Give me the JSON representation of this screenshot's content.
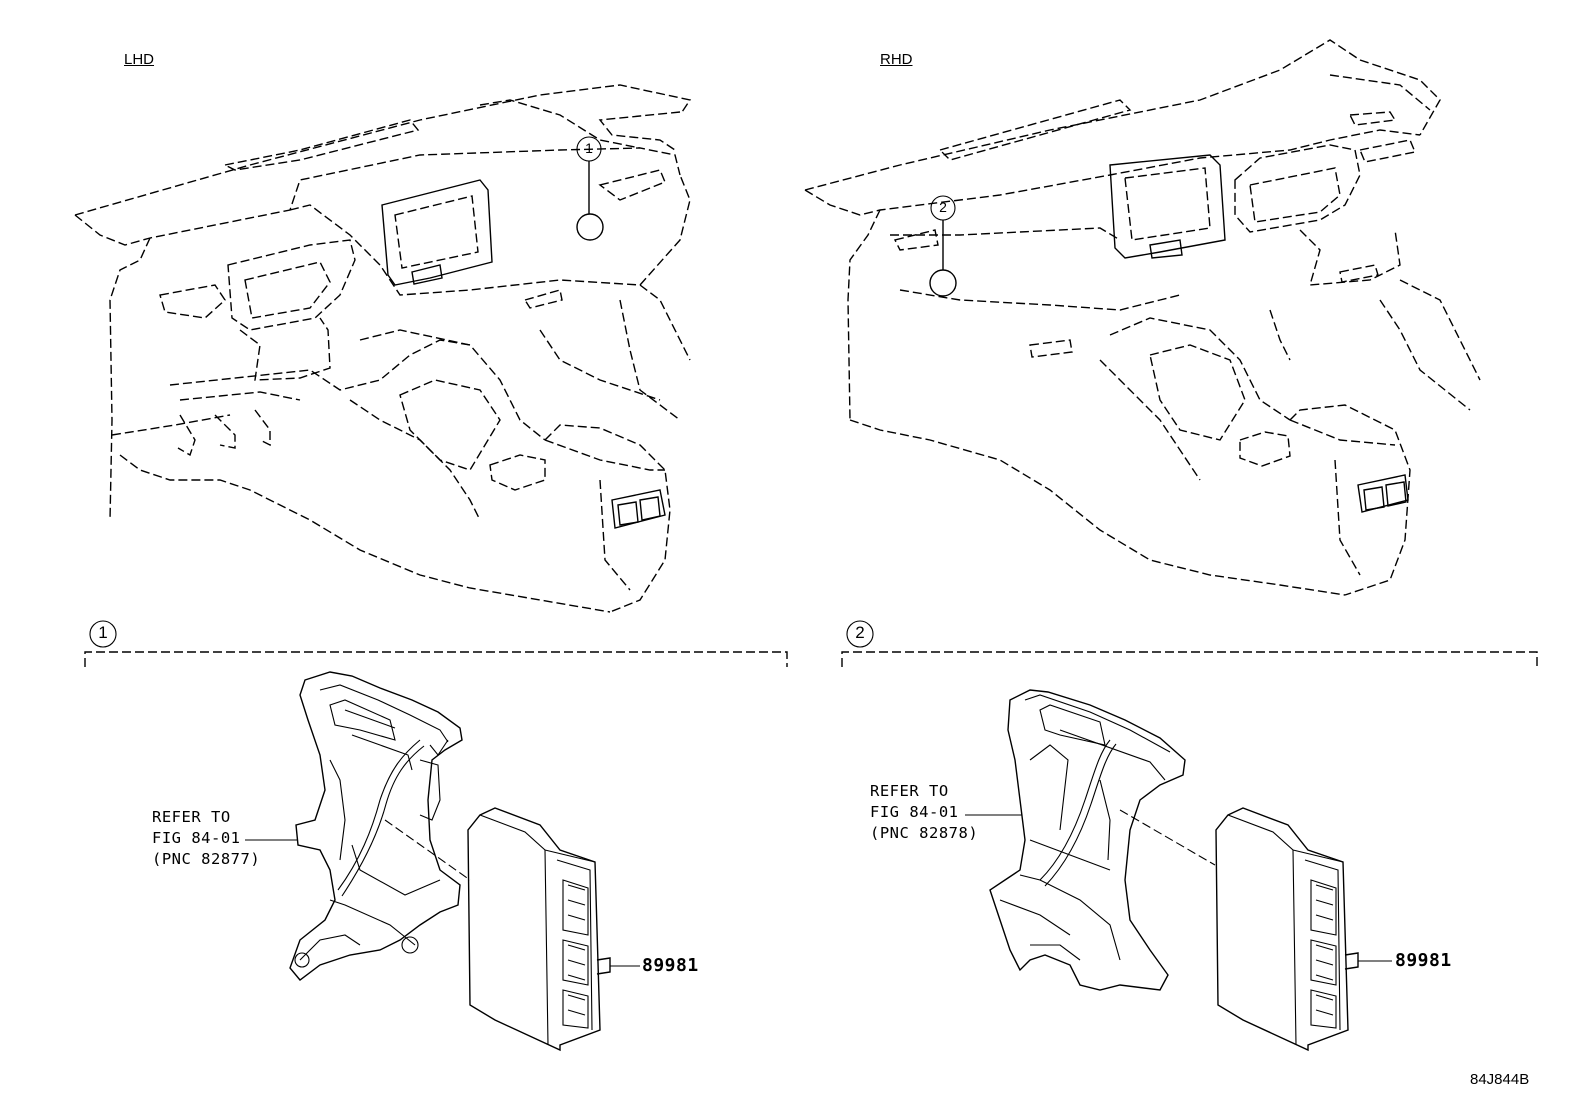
{
  "views": {
    "lhd": {
      "label": "LHD",
      "callout": "1"
    },
    "rhd": {
      "label": "RHD",
      "callout": "2"
    }
  },
  "details": [
    {
      "number": "1",
      "refer_lines": [
        "REFER TO",
        "FIG 84-01",
        "(PNC 82877)"
      ],
      "part_number": "89981"
    },
    {
      "number": "2",
      "refer_lines": [
        "REFER TO",
        "FIG 84-01",
        "(PNC 82878)"
      ],
      "part_number": "89981"
    }
  ],
  "diagram_code": "84J844B"
}
